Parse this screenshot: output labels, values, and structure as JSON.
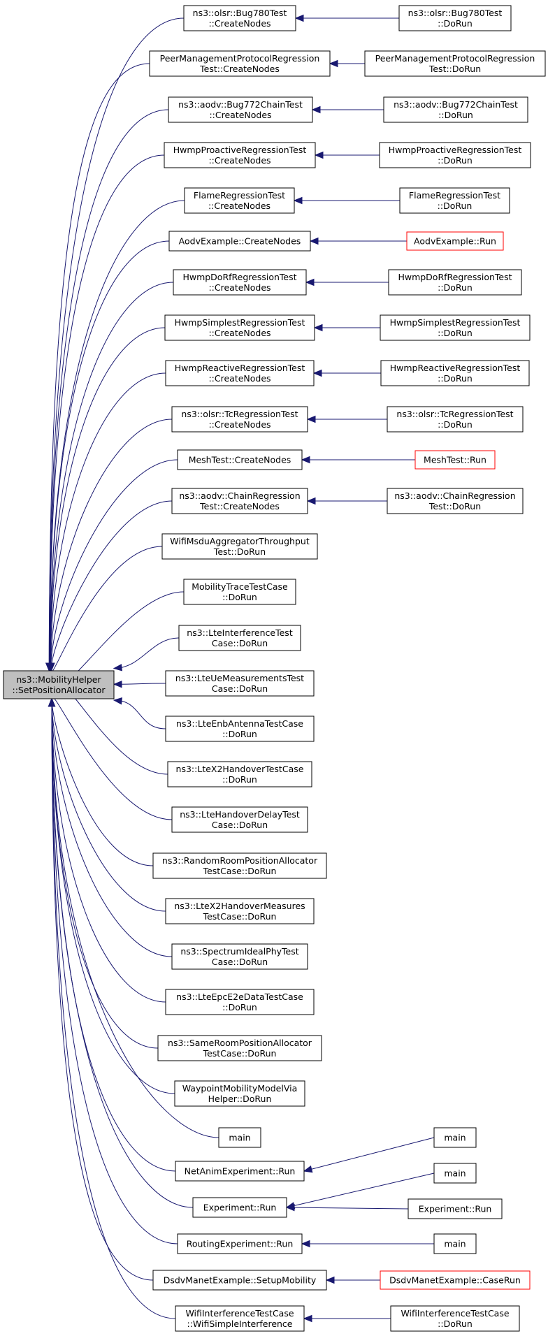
{
  "colors": {
    "edge": "#191970",
    "root_fill": "#bfbfbf",
    "red_border": "#ff0000"
  },
  "root": {
    "id": "root",
    "lines": [
      "ns3::MobilityHelper",
      "::SetPositionAllocator"
    ]
  },
  "callers": [
    {
      "id": "c1",
      "lines": [
        "ns3::olsr::Bug780Test",
        "::CreateNodes"
      ]
    },
    {
      "id": "c2",
      "lines": [
        "PeerManagementProtocolRegression",
        "Test::CreateNodes"
      ]
    },
    {
      "id": "c3",
      "lines": [
        "ns3::aodv::Bug772ChainTest",
        "::CreateNodes"
      ]
    },
    {
      "id": "c4",
      "lines": [
        "HwmpProactiveRegressionTest",
        "::CreateNodes"
      ]
    },
    {
      "id": "c5",
      "lines": [
        "FlameRegressionTest",
        "::CreateNodes"
      ]
    },
    {
      "id": "c6",
      "lines": [
        "AodvExample::CreateNodes"
      ]
    },
    {
      "id": "c7",
      "lines": [
        "HwmpDoRfRegressionTest",
        "::CreateNodes"
      ]
    },
    {
      "id": "c8",
      "lines": [
        "HwmpSimplestRegressionTest",
        "::CreateNodes"
      ]
    },
    {
      "id": "c9",
      "lines": [
        "HwmpReactiveRegressionTest",
        "::CreateNodes"
      ]
    },
    {
      "id": "c10",
      "lines": [
        "ns3::olsr::TcRegressionTest",
        "::CreateNodes"
      ]
    },
    {
      "id": "c11",
      "lines": [
        "MeshTest::CreateNodes"
      ]
    },
    {
      "id": "c12",
      "lines": [
        "ns3::aodv::ChainRegression",
        "Test::CreateNodes"
      ]
    },
    {
      "id": "c13",
      "lines": [
        "WifiMsduAggregatorThroughput",
        "Test::DoRun"
      ]
    },
    {
      "id": "c14",
      "lines": [
        "MobilityTraceTestCase",
        "::DoRun"
      ]
    },
    {
      "id": "c15",
      "lines": [
        "ns3::LteInterferenceTest",
        "Case::DoRun"
      ]
    },
    {
      "id": "c16",
      "lines": [
        "ns3::LteUeMeasurementsTest",
        "Case::DoRun"
      ]
    },
    {
      "id": "c17",
      "lines": [
        "ns3::LteEnbAntennaTestCase",
        "::DoRun"
      ]
    },
    {
      "id": "c18",
      "lines": [
        "ns3::LteX2HandoverTestCase",
        "::DoRun"
      ]
    },
    {
      "id": "c19",
      "lines": [
        "ns3::LteHandoverDelayTest",
        "Case::DoRun"
      ]
    },
    {
      "id": "c20",
      "lines": [
        "ns3::RandomRoomPositionAllocator",
        "TestCase::DoRun"
      ]
    },
    {
      "id": "c21",
      "lines": [
        "ns3::LteX2HandoverMeasures",
        "TestCase::DoRun"
      ]
    },
    {
      "id": "c22",
      "lines": [
        "ns3::SpectrumIdealPhyTest",
        "Case::DoRun"
      ]
    },
    {
      "id": "c23",
      "lines": [
        "ns3::LteEpcE2eDataTestCase",
        "::DoRun"
      ]
    },
    {
      "id": "c24",
      "lines": [
        "ns3::SameRoomPositionAllocator",
        "TestCase::DoRun"
      ]
    },
    {
      "id": "c25",
      "lines": [
        "WaypointMobilityModelVia",
        "Helper::DoRun"
      ]
    },
    {
      "id": "c26",
      "lines": [
        "main"
      ]
    },
    {
      "id": "c27",
      "lines": [
        "NetAnimExperiment::Run"
      ]
    },
    {
      "id": "c28",
      "lines": [
        "Experiment::Run"
      ]
    },
    {
      "id": "c29",
      "lines": [
        "RoutingExperiment::Run"
      ]
    },
    {
      "id": "c30",
      "lines": [
        "DsdvManetExample::SetupMobility"
      ]
    },
    {
      "id": "c31",
      "lines": [
        "WifiInterferenceTestCase",
        "::WifiSimpleInterference"
      ]
    }
  ],
  "second_level": [
    {
      "id": "d1",
      "lines": [
        "ns3::olsr::Bug780Test",
        "::DoRun"
      ],
      "calls": "c1"
    },
    {
      "id": "d2",
      "lines": [
        "PeerManagementProtocolRegression",
        "Test::DoRun"
      ],
      "calls": "c2"
    },
    {
      "id": "d3",
      "lines": [
        "ns3::aodv::Bug772ChainTest",
        "::DoRun"
      ],
      "calls": "c3"
    },
    {
      "id": "d4",
      "lines": [
        "HwmpProactiveRegressionTest",
        "::DoRun"
      ],
      "calls": "c4"
    },
    {
      "id": "d5",
      "lines": [
        "FlameRegressionTest",
        "::DoRun"
      ],
      "calls": "c5"
    },
    {
      "id": "d6",
      "lines": [
        "AodvExample::Run"
      ],
      "calls": "c6",
      "red": true
    },
    {
      "id": "d7",
      "lines": [
        "HwmpDoRfRegressionTest",
        "::DoRun"
      ],
      "calls": "c7"
    },
    {
      "id": "d8",
      "lines": [
        "HwmpSimplestRegressionTest",
        "::DoRun"
      ],
      "calls": "c8"
    },
    {
      "id": "d9",
      "lines": [
        "HwmpReactiveRegressionTest",
        "::DoRun"
      ],
      "calls": "c9"
    },
    {
      "id": "d10",
      "lines": [
        "ns3::olsr::TcRegressionTest",
        "::DoRun"
      ],
      "calls": "c10"
    },
    {
      "id": "d11",
      "lines": [
        "MeshTest::Run"
      ],
      "calls": "c11",
      "red": true
    },
    {
      "id": "d12",
      "lines": [
        "ns3::aodv::ChainRegression",
        "Test::DoRun"
      ],
      "calls": "c12"
    },
    {
      "id": "d13",
      "lines": [
        "main"
      ],
      "calls": "c27"
    },
    {
      "id": "d14",
      "lines": [
        "main"
      ],
      "calls": "c28"
    },
    {
      "id": "d15",
      "lines": [
        "Experiment::Run"
      ],
      "calls": "c28"
    },
    {
      "id": "d16",
      "lines": [
        "main"
      ],
      "calls": "c29"
    },
    {
      "id": "d17",
      "lines": [
        "DsdvManetExample::CaseRun"
      ],
      "calls": "c30",
      "red": true
    },
    {
      "id": "d18",
      "lines": [
        "WifiInterferenceTestCase",
        "::DoRun"
      ],
      "calls": "c31"
    }
  ]
}
